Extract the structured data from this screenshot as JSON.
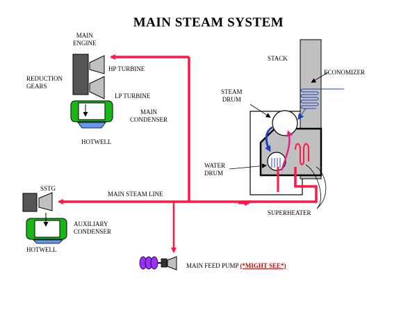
{
  "title": "MAIN STEAM SYSTEM",
  "labels": {
    "main_engine": "MAIN\nENGINE",
    "hp_turbine": "HP TURBINE",
    "reduction_gears": "REDUCTION\nGEARS",
    "lp_turbine": "LP TURBINE",
    "main_condenser": "MAIN\nCONDENSER",
    "hotwell_main": "HOTWELL",
    "stack": "STACK",
    "economizer": "ECONOMIZER",
    "steam_drum": "STEAM\nDRUM",
    "water_drum": "WATER\nDRUM",
    "superheater": "SUPERHEATER",
    "main_steam_line": "MAIN STEAM LINE",
    "sstg": "SSTG",
    "auxiliary_condenser": "AUXILIARY\nCONDENSER",
    "hotwell_aux": "HOTWELL",
    "main_feed_pump": "MAIN FEED PUMP",
    "main_feed_pump_note": "(*MIGHT SEE*)"
  },
  "colors": {
    "steam_line": "#ff1744",
    "condenser_green": "#16b716",
    "hotwell_blue": "#6699ee",
    "boiler_gray": "#c0c0c0",
    "water_blue": "#1a3fbf",
    "superheater_pink": "#e0208a",
    "pump_purple": "#9b30ff"
  }
}
